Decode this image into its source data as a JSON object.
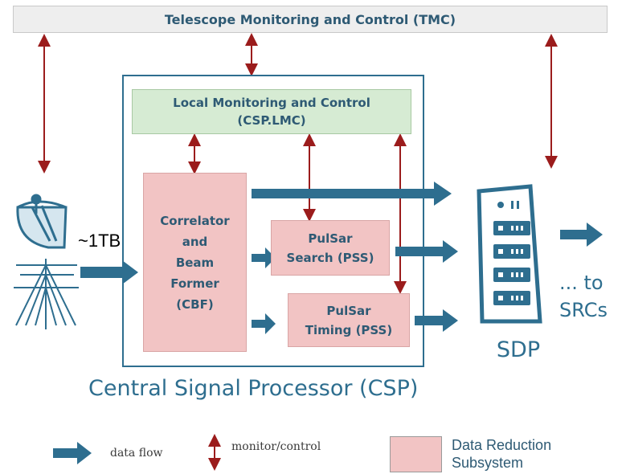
{
  "tmc": {
    "label": "Telescope Monitoring and Control (TMC)"
  },
  "lmc": {
    "line1": "Local Monitoring and Control",
    "line2": "(CSP.LMC)"
  },
  "cbf": {
    "lines": [
      "Correlator",
      "and",
      "Beam",
      "Former",
      "(CBF)"
    ]
  },
  "pss_search": {
    "line1": "PulSar",
    "line2": "Search (PSS)"
  },
  "pss_timing": {
    "line1": "PulSar",
    "line2": "Timing (PSS)"
  },
  "csp": {
    "label": "Central Signal Processor (CSP)"
  },
  "sdp": {
    "label": "SDP"
  },
  "output": {
    "line1": "... to",
    "line2": "SRCs"
  },
  "input": {
    "label": "~1TB"
  },
  "legend": {
    "data_flow": "data flow",
    "monitor_control": "monitor/control",
    "drs_line1": "Data Reduction",
    "drs_line2": "Subsystem"
  },
  "colors": {
    "flow_arrow": "#2e6e8f",
    "control_arrow": "#9b1c1c",
    "pink": "#f2c4c4",
    "green": "#d6ebd3"
  },
  "icons": [
    "antenna-dish-icon",
    "antenna-array-icon",
    "server-rack-icon"
  ]
}
